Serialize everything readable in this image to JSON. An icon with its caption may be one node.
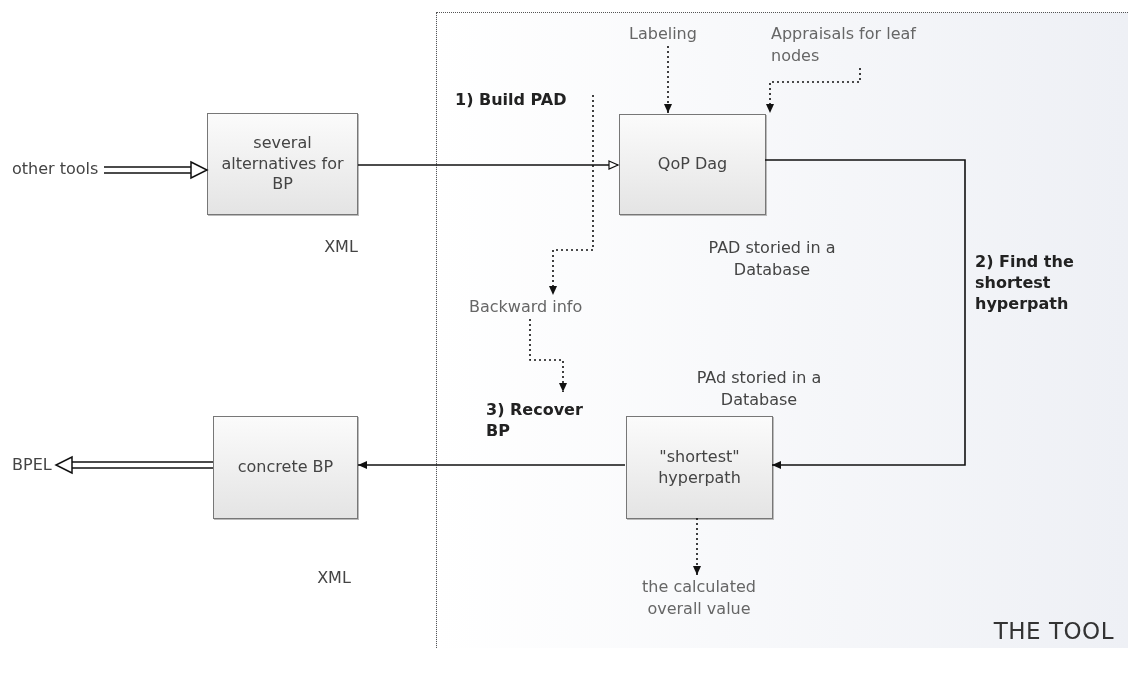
{
  "diagram": {
    "nodes": [
      {
        "text": [
          "THE TOOL"
        ]
      },
      {
        "text": [
          "other tools"
        ]
      },
      {
        "text": [
          "several alternatives for BP"
        ],
        "beside": [
          "XML"
        ]
      },
      {
        "text": [
          "QoP Dag"
        ],
        "beside": [
          "PAD storied in a Database"
        ],
        "in": 0
      },
      {
        "text": [
          "Labeling"
        ],
        "in": 0
      },
      {
        "text": [
          "Appraisals for leaf nodes"
        ],
        "in": 0
      },
      {
        "text": [
          "Backward info"
        ],
        "in": 0
      },
      {
        "text": [
          "\"shortest\" hyperpath"
        ],
        "beside": [
          "PAd storied in a Database"
        ],
        "in": 0
      },
      {
        "text": [
          "the calculated overall value"
        ],
        "in": 0
      },
      {
        "text": [
          "concrete BP"
        ],
        "beside": [
          "XML"
        ]
      },
      {
        "text": [
          "BPEL"
        ]
      }
    ],
    "edges": [
      {
        "from": 1,
        "to": 2,
        "arrow": "to"
      },
      {
        "from": 2,
        "to": 3,
        "arrow": "to",
        "label": "1) Build PAD"
      },
      {
        "from": 4,
        "to": 3,
        "arrow": "to",
        "style": "dashed"
      },
      {
        "from": 5,
        "to": 3,
        "arrow": "to",
        "style": "dashed"
      },
      {
        "from": null,
        "to": 6,
        "arrow": "to",
        "style": "dashed"
      },
      {
        "from": 6,
        "to": null,
        "arrow": "to",
        "style": "dashed"
      },
      {
        "from": 3,
        "to": 7,
        "arrow": "to",
        "label": "2) Find the shortest hyperpath"
      },
      {
        "from": 7,
        "to": 9,
        "arrow": "to",
        "label": "3) Recover BP"
      },
      {
        "from": 7,
        "to": 8,
        "arrow": "to",
        "style": "dashed"
      },
      {
        "from": 9,
        "to": 10,
        "arrow": "to"
      }
    ]
  }
}
